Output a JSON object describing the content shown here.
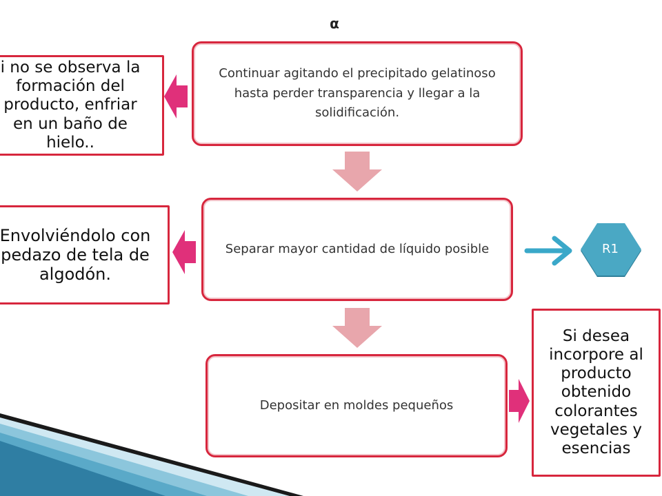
{
  "header": {
    "marker": "α"
  },
  "steps": [
    {
      "text": "Continuar agitando el precipitado gelatinoso hasta perder transparencia y llegar a la solidificación."
    },
    {
      "text": "Separar mayor cantidad de líquido posible"
    },
    {
      "text": "Depositar en moldes pequeños"
    }
  ],
  "notes": {
    "left_top": [
      "i no se observa la",
      "formación del",
      "producto, enfriar",
      "en un baño de",
      "hielo.."
    ],
    "left_middle": [
      "Envolviéndolo con",
      "pedazo  de tela de",
      "algodón."
    ],
    "right_bottom": "Si desea incorpore al producto obtenido colorantes vegetales y esencias"
  },
  "reference": {
    "label": "R1"
  },
  "colors": {
    "step_border": "#d7263d",
    "down_arrow": "#e8a6ac",
    "side_arrow": "#e0307a",
    "connector_arrow": "#3aa8c9",
    "diamond": "#3f9db8"
  },
  "icons": {
    "down": "down-arrow-icon",
    "left": "left-arrow-icon",
    "right": "right-arrow-icon",
    "connector": "right-chevron-arrow-icon",
    "diamond": "diamond-shape-icon"
  }
}
